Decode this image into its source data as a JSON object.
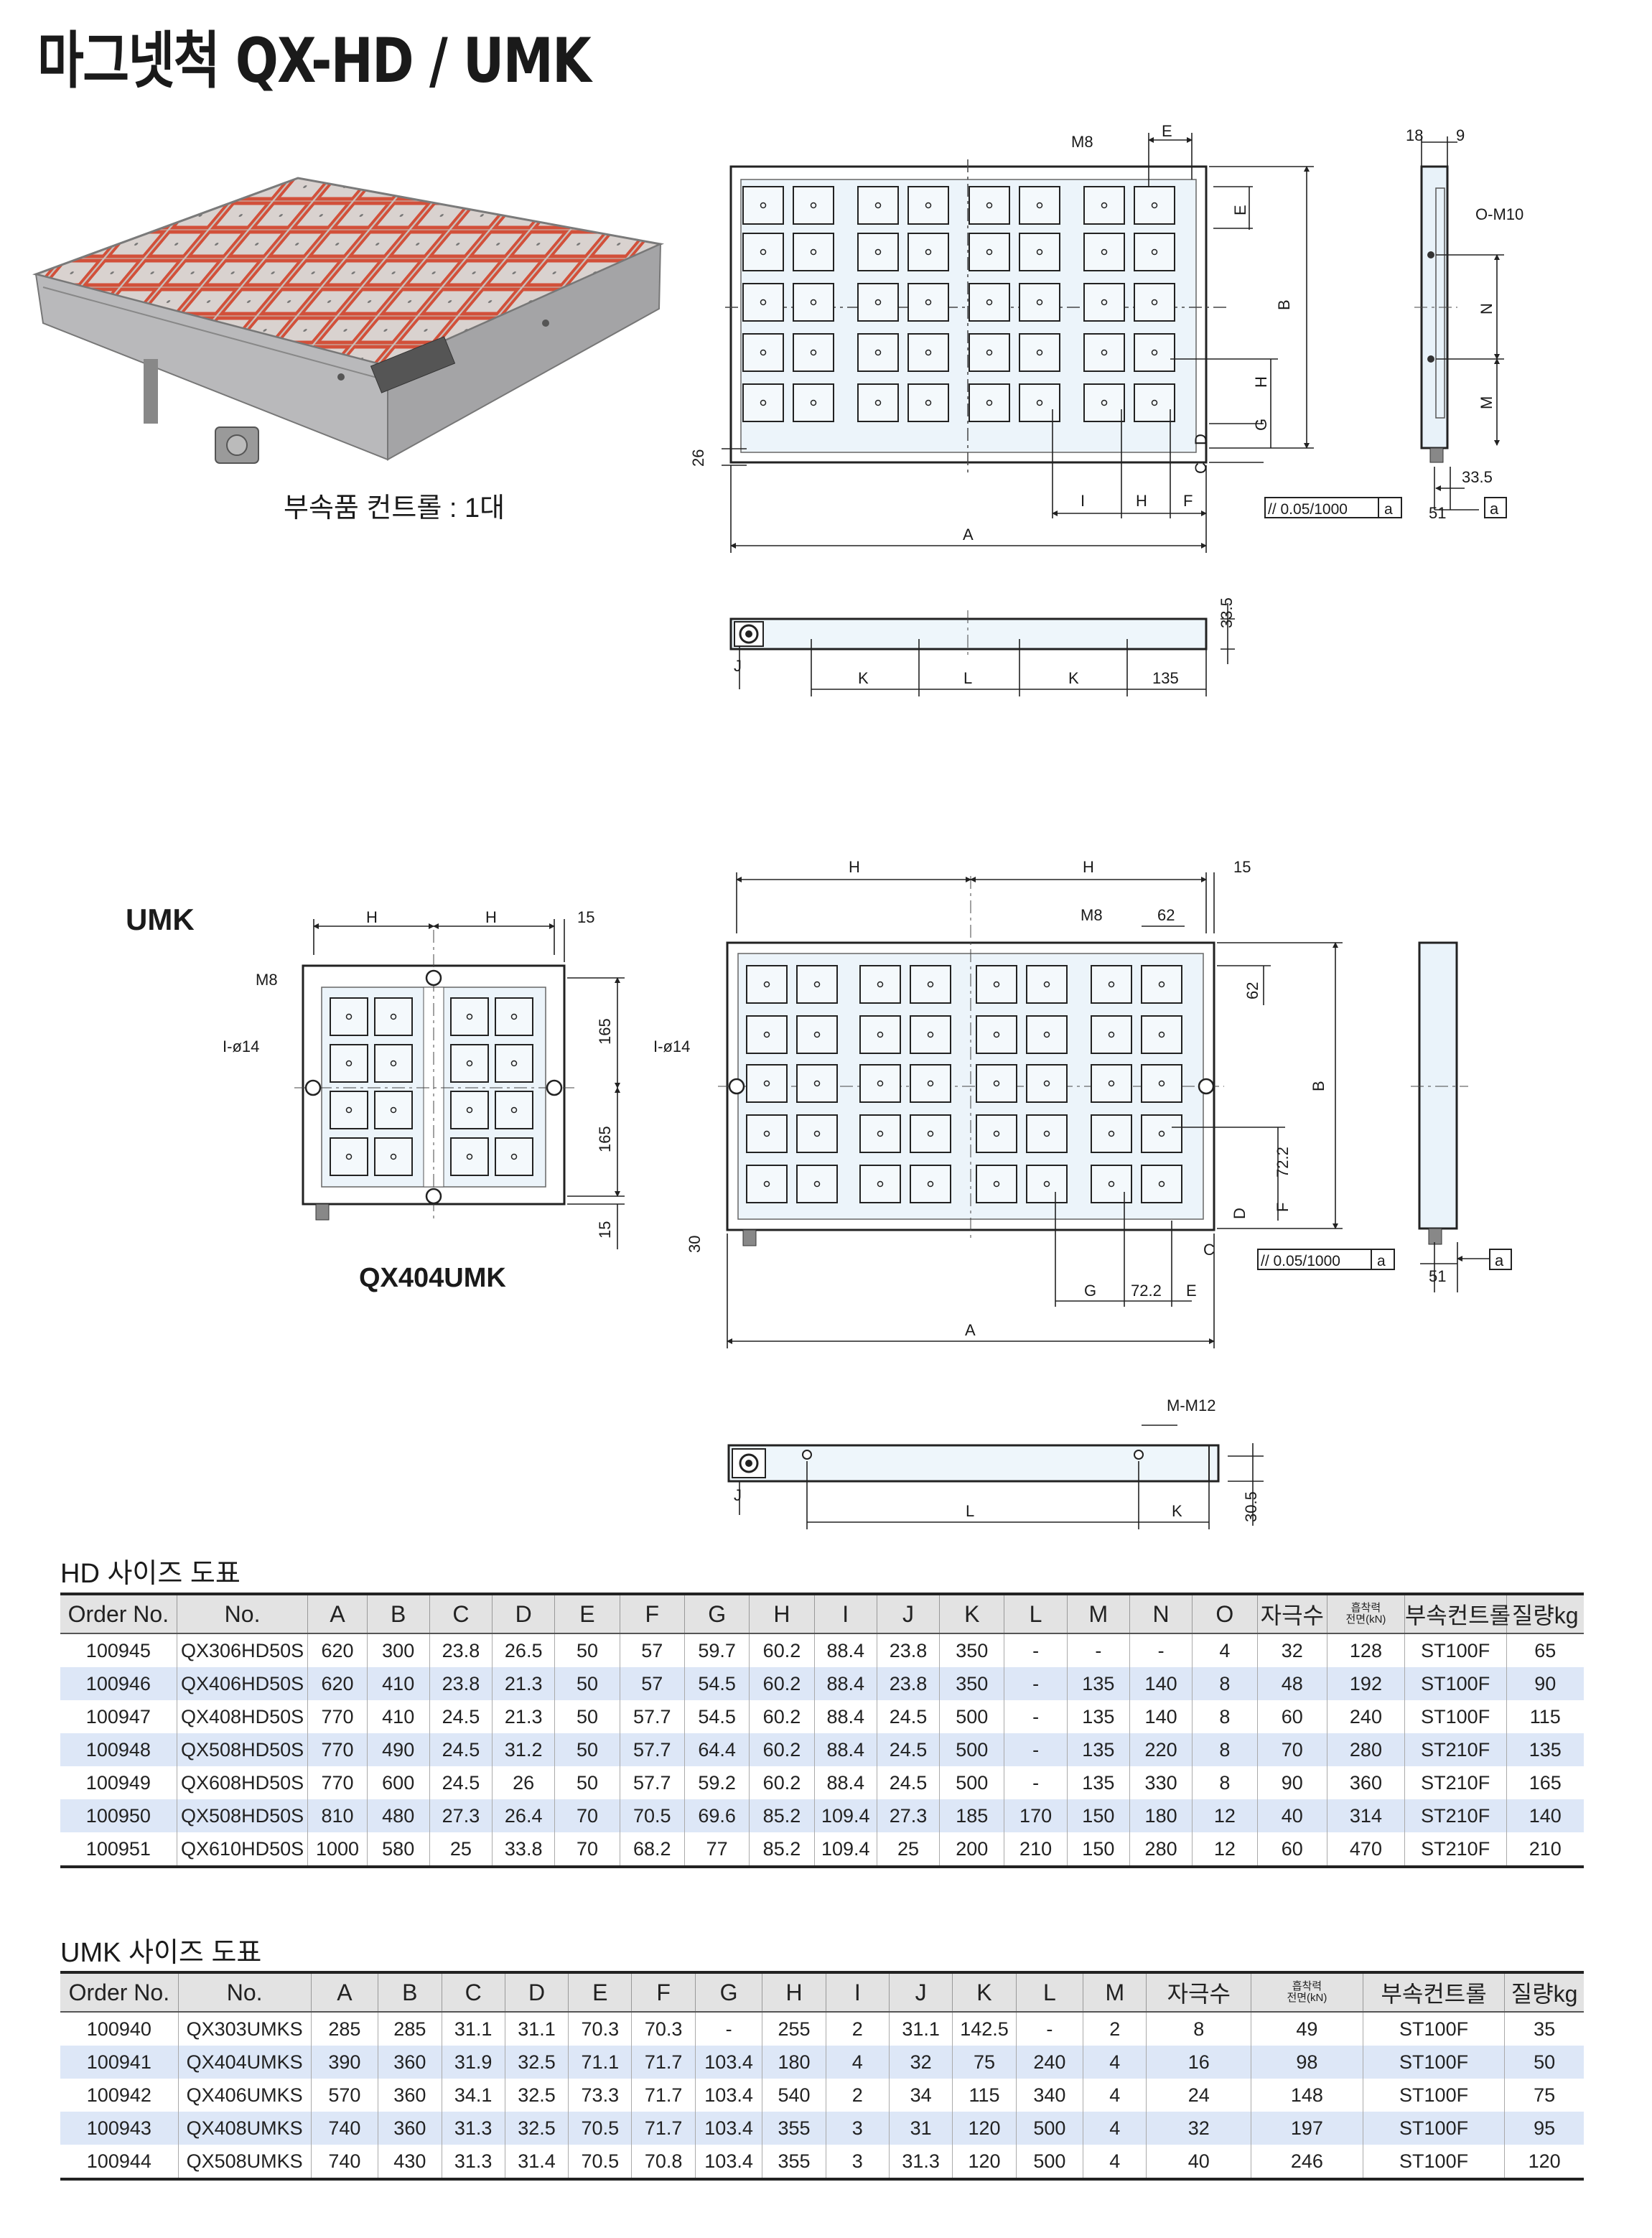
{
  "page_title": "마그넷척 QX-HD / UMK",
  "photo_caption": "부속품 컨트롤 : 1대",
  "drawing_labels": {
    "m8": "M8",
    "e": "E",
    "b": "B",
    "n": "N",
    "m": "M",
    "h": "H",
    "g": "G",
    "d": "D",
    "c": "C",
    "i": "I",
    "f": "F",
    "a": "A",
    "k": "K",
    "l": "L",
    "j": "J",
    "dim18": "18",
    "dim9": "9",
    "om10": "O-M10",
    "dim335": "33.5",
    "dim51": "51",
    "dim26": "26",
    "dim135": "135",
    "datum_a": "a",
    "flatness": "// 0.05/1000",
    "flatness_ref": "a",
    "umk": "UMK",
    "dim15": "15",
    "dim165": "165",
    "i14": "I-ø14",
    "model404": "QX404UMK",
    "dim62": "62",
    "dim722": "72.2",
    "dim30": "30",
    "mm12": "M-M12",
    "dim305": "30.5"
  },
  "hd_table": {
    "title": "HD 사이즈 도표",
    "headers": [
      "Order No.",
      "No.",
      "A",
      "B",
      "C",
      "D",
      "E",
      "F",
      "G",
      "H",
      "I",
      "J",
      "K",
      "L",
      "M",
      "N",
      "O",
      "자극수",
      "부속컨트롤",
      "질량kg"
    ],
    "force_header": {
      "top": "흡착력",
      "bottom": "전면(kN)"
    },
    "rows": [
      [
        "100945",
        "QX306HD50S",
        "620",
        "300",
        "23.8",
        "26.5",
        "50",
        "57",
        "59.7",
        "60.2",
        "88.4",
        "23.8",
        "350",
        "-",
        "-",
        "-",
        "4",
        "32",
        "128",
        "ST100F",
        "65"
      ],
      [
        "100946",
        "QX406HD50S",
        "620",
        "410",
        "23.8",
        "21.3",
        "50",
        "57",
        "54.5",
        "60.2",
        "88.4",
        "23.8",
        "350",
        "-",
        "135",
        "140",
        "8",
        "48",
        "192",
        "ST100F",
        "90"
      ],
      [
        "100947",
        "QX408HD50S",
        "770",
        "410",
        "24.5",
        "21.3",
        "50",
        "57.7",
        "54.5",
        "60.2",
        "88.4",
        "24.5",
        "500",
        "-",
        "135",
        "140",
        "8",
        "60",
        "240",
        "ST100F",
        "115"
      ],
      [
        "100948",
        "QX508HD50S",
        "770",
        "490",
        "24.5",
        "31.2",
        "50",
        "57.7",
        "64.4",
        "60.2",
        "88.4",
        "24.5",
        "500",
        "-",
        "135",
        "220",
        "8",
        "70",
        "280",
        "ST210F",
        "135"
      ],
      [
        "100949",
        "QX608HD50S",
        "770",
        "600",
        "24.5",
        "26",
        "50",
        "57.7",
        "59.2",
        "60.2",
        "88.4",
        "24.5",
        "500",
        "-",
        "135",
        "330",
        "8",
        "90",
        "360",
        "ST210F",
        "165"
      ],
      [
        "100950",
        "QX508HD50S",
        "810",
        "480",
        "27.3",
        "26.4",
        "70",
        "70.5",
        "69.6",
        "85.2",
        "109.4",
        "27.3",
        "185",
        "170",
        "150",
        "180",
        "12",
        "40",
        "314",
        "ST210F",
        "140"
      ],
      [
        "100951",
        "QX610HD50S",
        "1000",
        "580",
        "25",
        "33.8",
        "70",
        "68.2",
        "77",
        "85.2",
        "109.4",
        "25",
        "200",
        "210",
        "150",
        "280",
        "12",
        "60",
        "470",
        "ST210F",
        "210"
      ]
    ]
  },
  "umk_table": {
    "title": "UMK 사이즈 도표",
    "headers": [
      "Order No.",
      "No.",
      "A",
      "B",
      "C",
      "D",
      "E",
      "F",
      "G",
      "H",
      "I",
      "J",
      "K",
      "L",
      "M",
      "자극수",
      "부속컨트롤",
      "질량kg"
    ],
    "force_header": {
      "top": "흡착력",
      "bottom": "전면(kN)"
    },
    "rows": [
      [
        "100940",
        "QX303UMKS",
        "285",
        "285",
        "31.1",
        "31.1",
        "70.3",
        "70.3",
        "-",
        "255",
        "2",
        "31.1",
        "142.5",
        "-",
        "2",
        "8",
        "49",
        "ST100F",
        "35"
      ],
      [
        "100941",
        "QX404UMKS",
        "390",
        "360",
        "31.9",
        "32.5",
        "71.1",
        "71.7",
        "103.4",
        "180",
        "4",
        "32",
        "75",
        "240",
        "4",
        "16",
        "98",
        "ST100F",
        "50"
      ],
      [
        "100942",
        "QX406UMKS",
        "570",
        "360",
        "34.1",
        "32.5",
        "73.3",
        "71.7",
        "103.4",
        "540",
        "2",
        "34",
        "115",
        "340",
        "4",
        "24",
        "148",
        "ST100F",
        "75"
      ],
      [
        "100943",
        "QX408UMKS",
        "740",
        "360",
        "31.3",
        "32.5",
        "70.5",
        "71.7",
        "103.4",
        "355",
        "3",
        "31",
        "120",
        "500",
        "4",
        "32",
        "197",
        "ST100F",
        "95"
      ],
      [
        "100944",
        "QX508UMKS",
        "740",
        "430",
        "31.3",
        "31.4",
        "70.5",
        "70.8",
        "103.4",
        "355",
        "3",
        "31.3",
        "120",
        "500",
        "4",
        "40",
        "246",
        "ST100F",
        "120"
      ]
    ]
  }
}
